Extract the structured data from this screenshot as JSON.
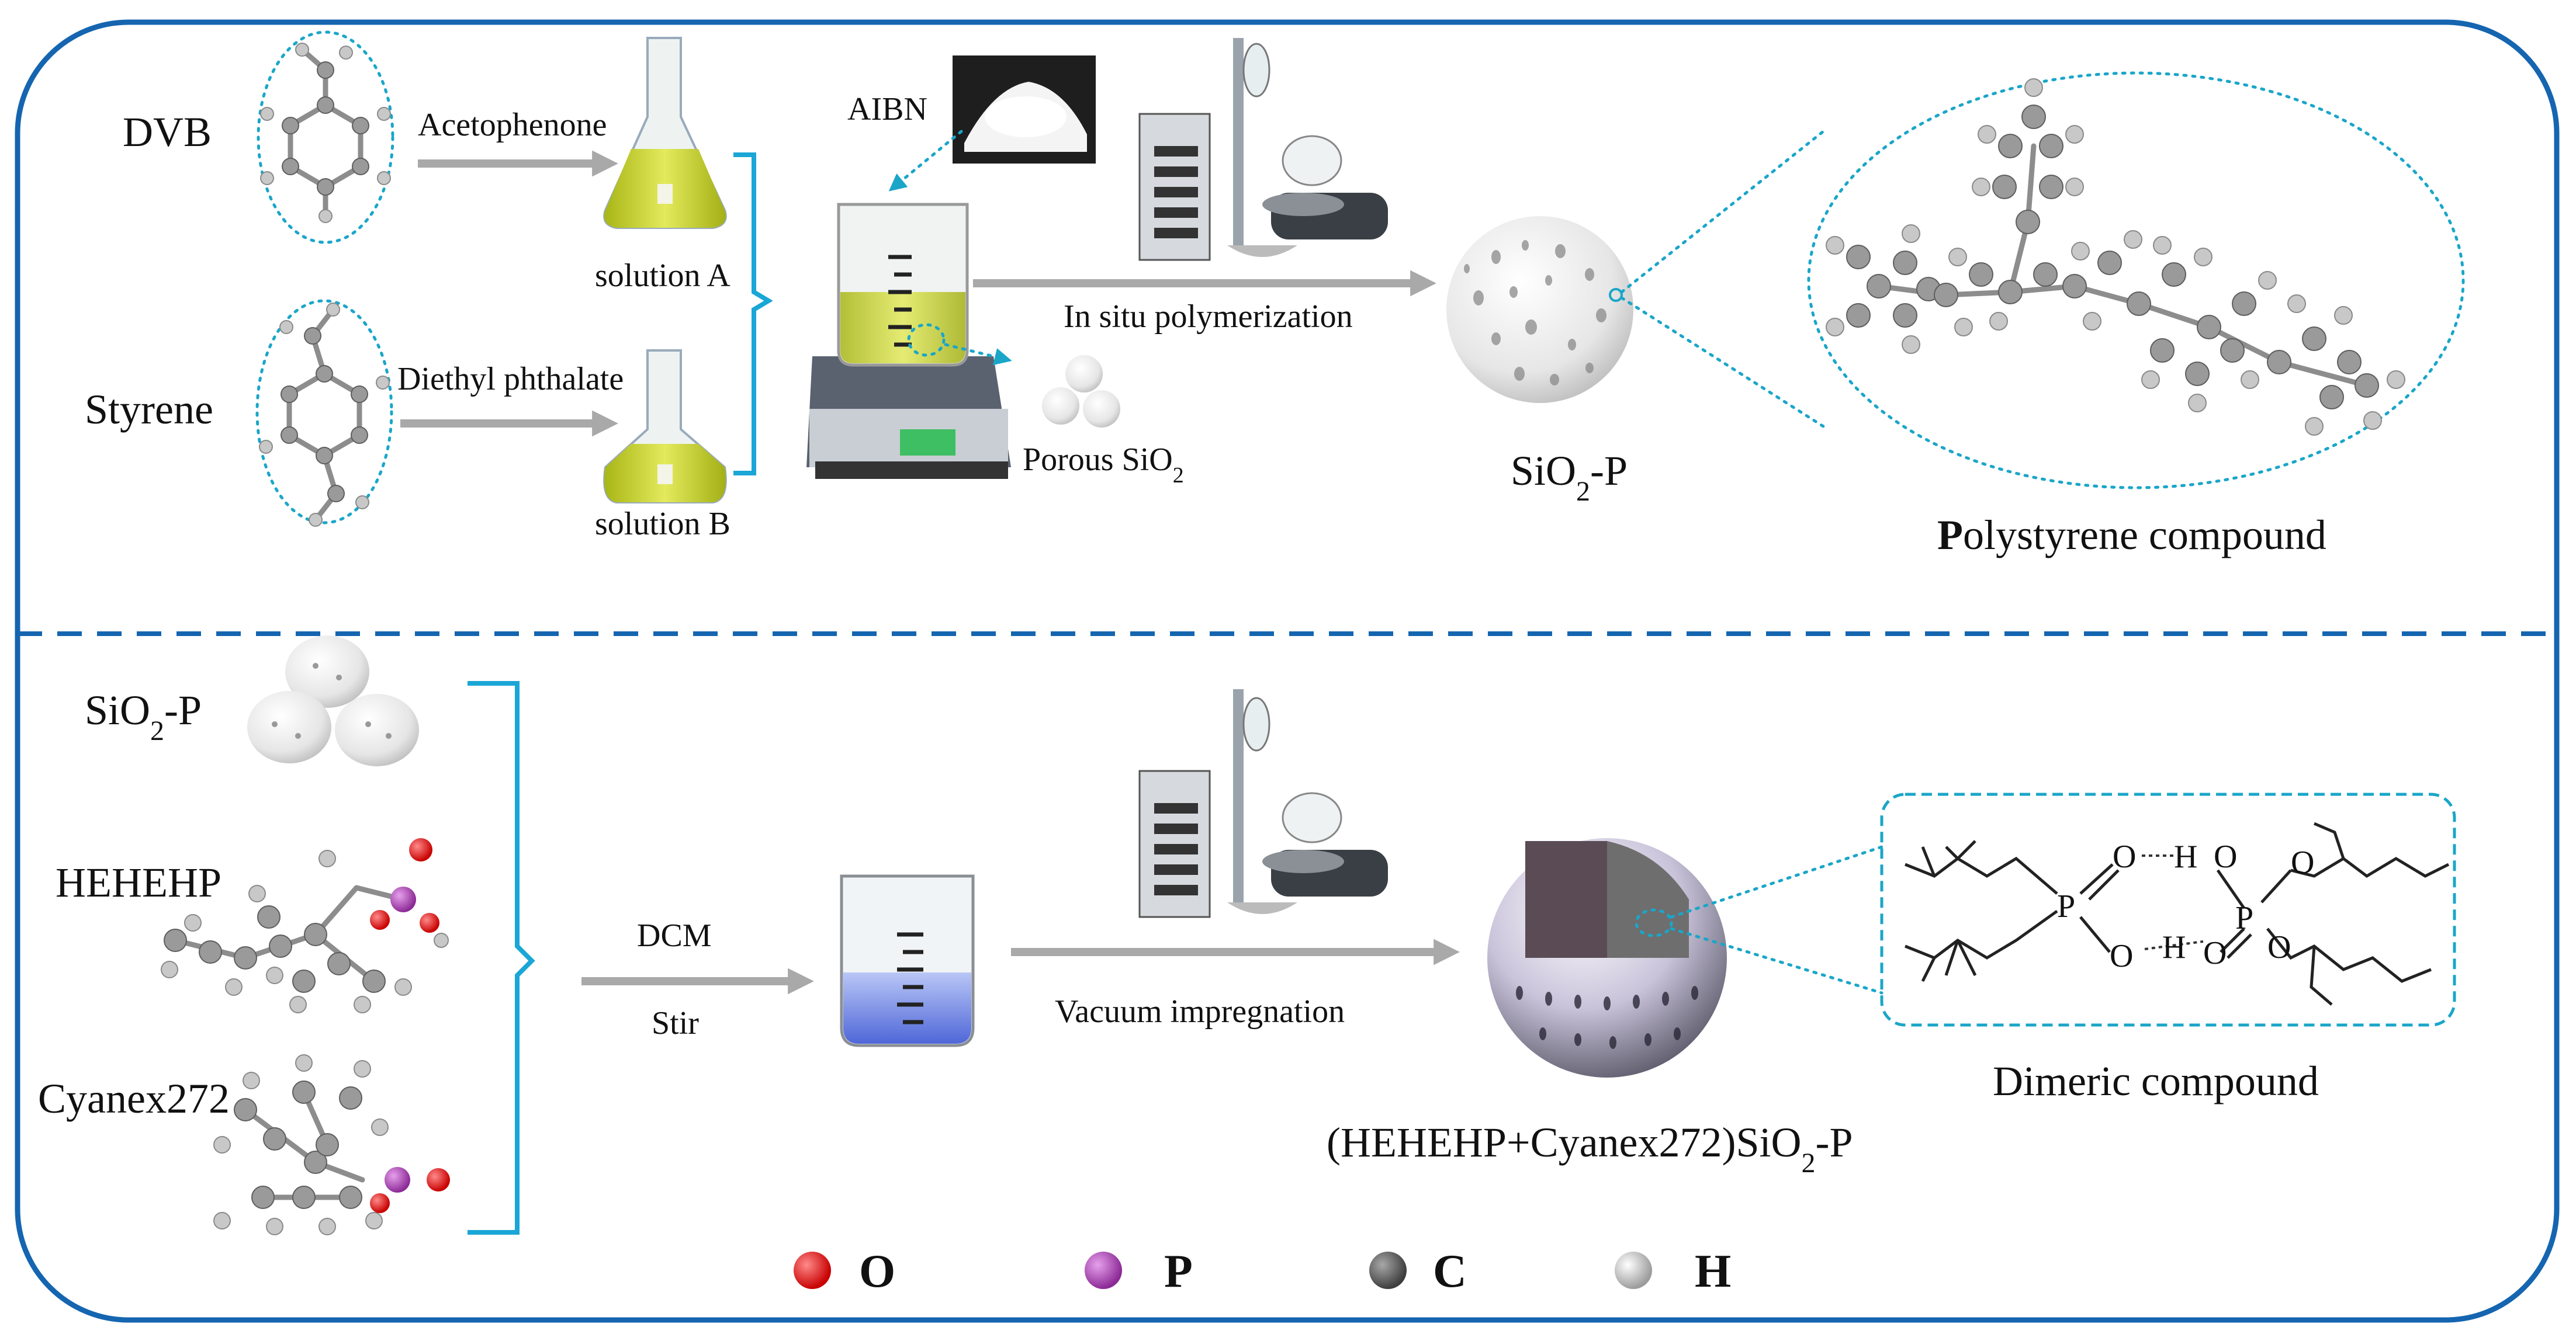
{
  "labels": {
    "dvb": "DVB",
    "styrene": "Styrene",
    "acetophenone": "Acetophenone",
    "diethyl_phthalate": "Diethyl phthalate",
    "solution_a": "solution A",
    "solution_b": "solution B",
    "aibn": "AIBN",
    "porous_sio2_prefix": "Porous SiO",
    "porous_sio2_sub": "2",
    "in_situ": "In situ polymerization",
    "sio2p_prefix": "SiO",
    "sio2p_sub": "2",
    "sio2p_suffix": "-P",
    "polystyrene_bold": "P",
    "polystyrene_rest": "olystyrene compound",
    "sio2p2_prefix": "SiO",
    "sio2p2_sub": "2",
    "sio2p2_suffix": "-P",
    "hehehp": "HEHEHP",
    "cyanex": "Cyanex272",
    "dcm": "DCM",
    "stir": "Stir",
    "vacuum": "Vacuum impregnation",
    "final_product": "(HEHEHP+Cyanex272)SiO",
    "final_sub": "2",
    "final_suffix": "-P",
    "dimeric": "Dimeric compound",
    "chem_o1": "O",
    "chem_o2": "O",
    "chem_o3": "O",
    "chem_o4": "O",
    "chem_o5": "O",
    "chem_o6": "O",
    "chem_h1": "H",
    "chem_h2": "H",
    "chem_p1": "P",
    "chem_p2": "P"
  },
  "legend": [
    {
      "symbol": "O",
      "color": "#e00000"
    },
    {
      "symbol": "P",
      "color": "#b040b8"
    },
    {
      "symbol": "C",
      "color": "#6a6a6a"
    },
    {
      "symbol": "H",
      "color": "#d8d8d8"
    }
  ],
  "colors": {
    "frame": "#1565b0",
    "bracket": "#1aa6d6",
    "arrow": "#a9a9a9",
    "solution": "#c7cf2a",
    "liquid_blue": "#6f86e6"
  }
}
